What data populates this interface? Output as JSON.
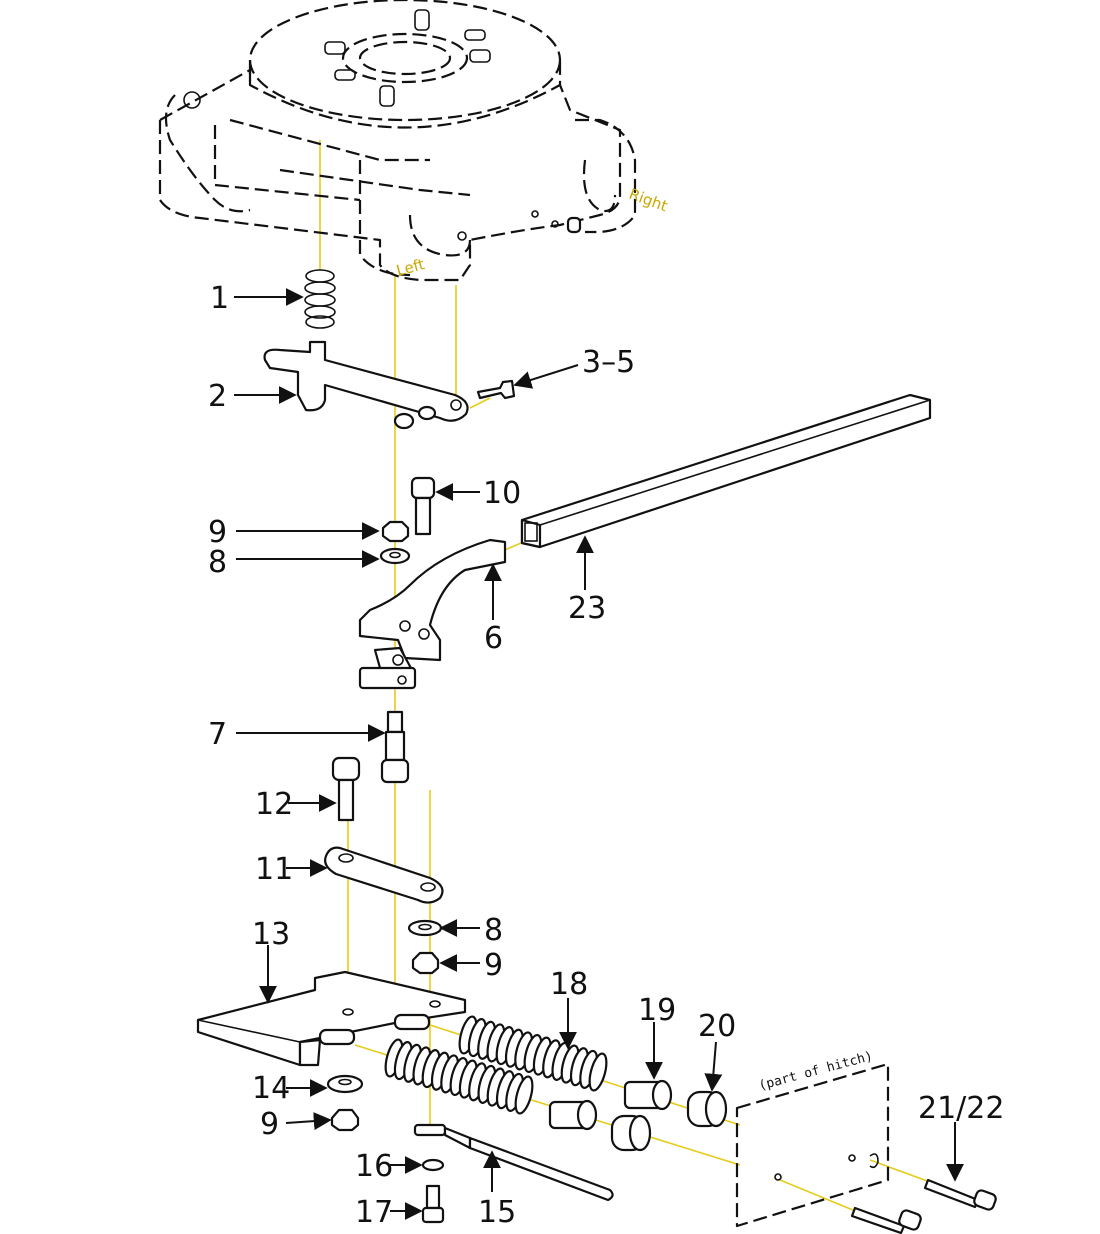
{
  "colors": {
    "guide_line": "#e6cc1a",
    "part_stroke": "#111111",
    "background": "#ffffff",
    "side_label": "#c9a800"
  },
  "side_labels": {
    "left": "Left",
    "right": "Right"
  },
  "hitch_note": "(part of hitch)",
  "callouts": {
    "c1": "1",
    "c2": "2",
    "c3_5": "3–5",
    "c10": "10",
    "c9a": "9",
    "c8a": "8",
    "c6": "6",
    "c23": "23",
    "c7": "7",
    "c12": "12",
    "c11": "11",
    "c13": "13",
    "c8b": "8",
    "c9b": "9",
    "c18": "18",
    "c19": "19",
    "c20": "20",
    "c14": "14",
    "c9c": "9",
    "c21_22": "21/22",
    "c16": "16",
    "c15": "15",
    "c17": "17"
  }
}
